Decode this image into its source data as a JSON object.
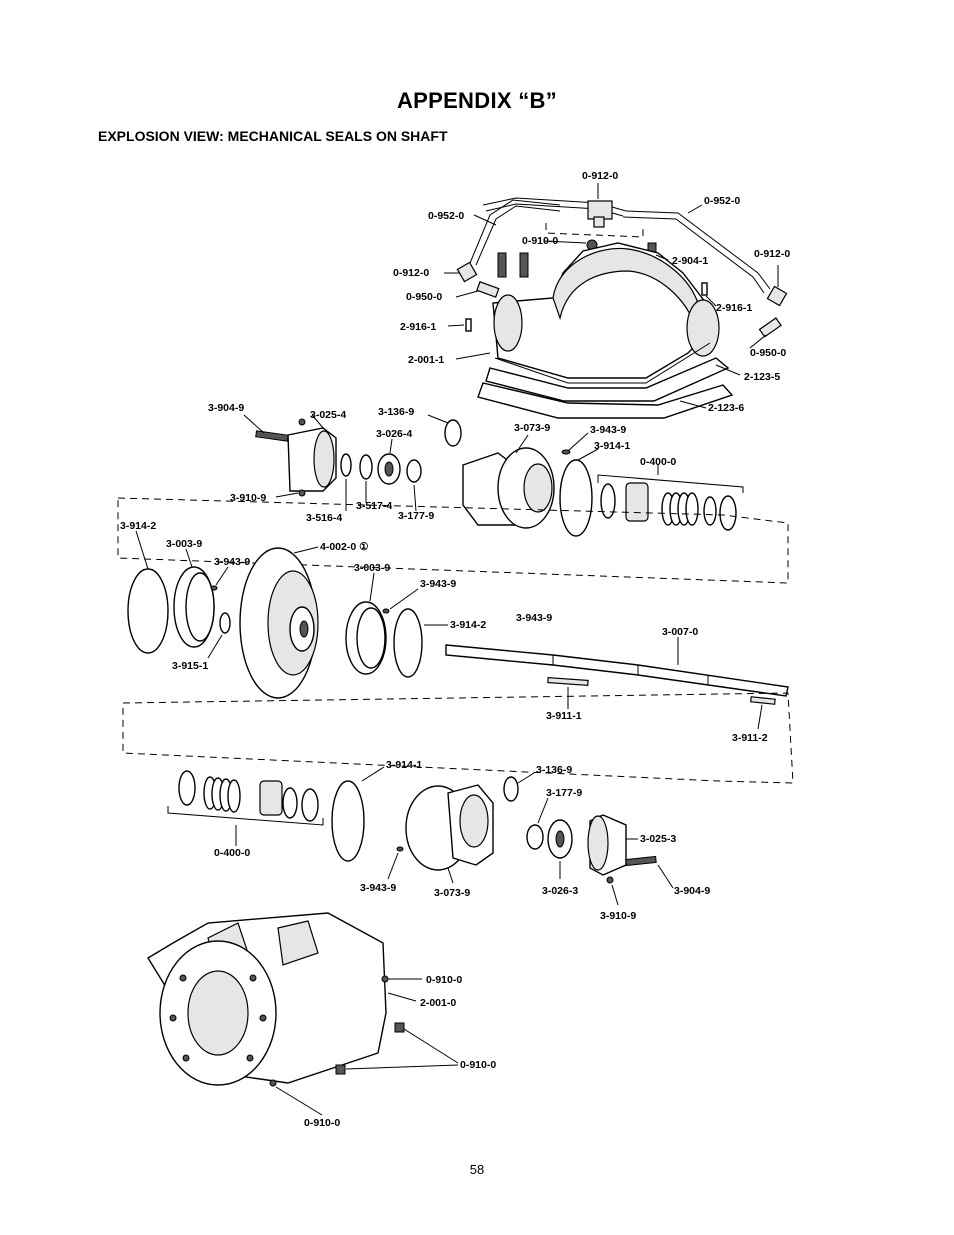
{
  "page": {
    "title": "APPENDIX “B”",
    "subtitle": "EXPLOSION VIEW: MECHANICAL SEALS ON SHAFT",
    "page_number": "58"
  },
  "diagram": {
    "labels": [
      "0-912-0",
      "0-952-0",
      "0-952-0",
      "0-910-0",
      "0-912-0",
      "2-904-1",
      "0-912-0",
      "0-950-0",
      "2-916-1",
      "2-916-1",
      "2-001-1",
      "0-950-0",
      "2-123-5",
      "2-123-6",
      "3-904-9",
      "3-025-4",
      "3-136-9",
      "3-026-4",
      "3-073-9",
      "3-943-9",
      "3-914-1",
      "0-400-0",
      "3-910-9",
      "3-516-4",
      "3-517-4",
      "3-177-9",
      "3-914-2",
      "4-002-0 ①",
      "3-003-9",
      "3-943-9",
      "3-003-9",
      "3-943-9",
      "3-914-2",
      "3-943-9",
      "3-007-0",
      "3-915-1",
      "3-911-1",
      "3-911-2",
      "3-914-1",
      "3-136-9",
      "3-177-9",
      "0-400-0",
      "3-025-3",
      "3-943-9",
      "3-073-9",
      "3-026-3",
      "3-904-9",
      "3-910-9",
      "0-910-0",
      "2-001-0",
      "0-910-0",
      "0-910-0"
    ]
  }
}
